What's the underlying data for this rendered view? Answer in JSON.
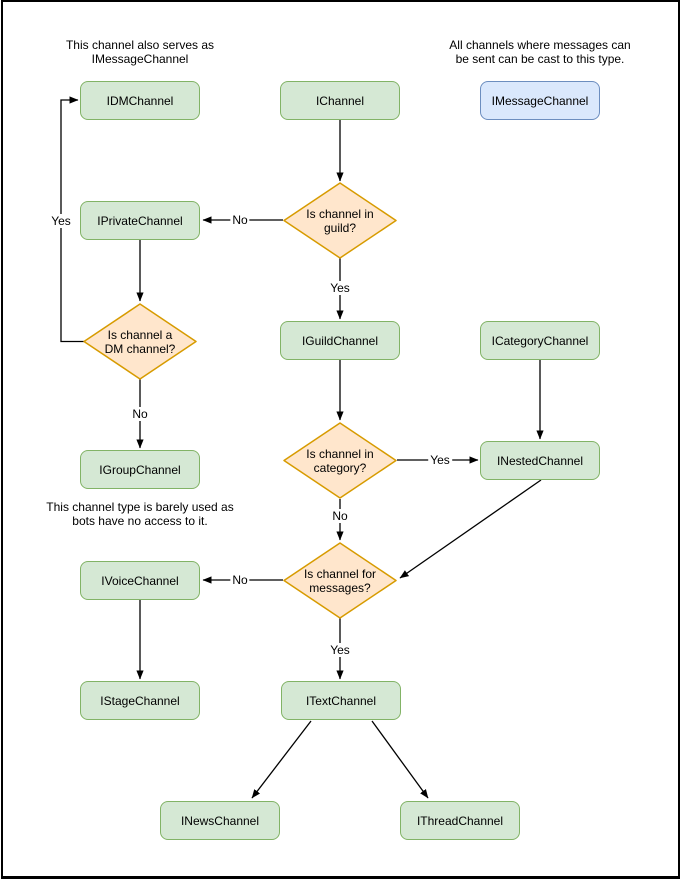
{
  "diagram_type": "flowchart",
  "colors": {
    "node_fill": "#d5e8d4",
    "node_border": "#82b366",
    "highlight_fill": "#dae8fc",
    "highlight_border": "#6c8ebf",
    "decision_fill": "#ffe6cc",
    "decision_border": "#d79b00",
    "edge": "#000000",
    "page_border": "#000000",
    "background": "#ffffff"
  },
  "nodes": [
    {
      "label": "IDMChannel"
    },
    {
      "label": "IChannel"
    },
    {
      "label": "IMessageChannel"
    },
    {
      "label": "IPrivateChannel"
    },
    {
      "label": "IGuildChannel"
    },
    {
      "label": "ICategoryChannel"
    },
    {
      "label": "IGroupChannel"
    },
    {
      "label": "INestedChannel"
    },
    {
      "label": "IVoiceChannel"
    },
    {
      "label": "IStageChannel"
    },
    {
      "label": "ITextChannel"
    },
    {
      "label": "INewsChannel"
    },
    {
      "label": "IThreadChannel"
    }
  ],
  "decisions": [
    {
      "label": "Is channel in\nguild?"
    },
    {
      "label": "Is channel a\nDM channel?"
    },
    {
      "label": "Is channel in\ncategory?"
    },
    {
      "label": "Is channel for\nmessages?"
    }
  ],
  "edge_labels": [
    {
      "text": "No"
    },
    {
      "text": "Yes"
    },
    {
      "text": "Yes"
    },
    {
      "text": "No"
    },
    {
      "text": "Yes"
    },
    {
      "text": "No"
    },
    {
      "text": "No"
    },
    {
      "text": "Yes"
    }
  ],
  "annotations": [
    {
      "text": "This channel also serves as\nIMessageChannel"
    },
    {
      "text": "All channels where messages can\nbe sent can be cast to this type."
    },
    {
      "text": "This channel type is barely used as\nbots have no access to it."
    }
  ]
}
